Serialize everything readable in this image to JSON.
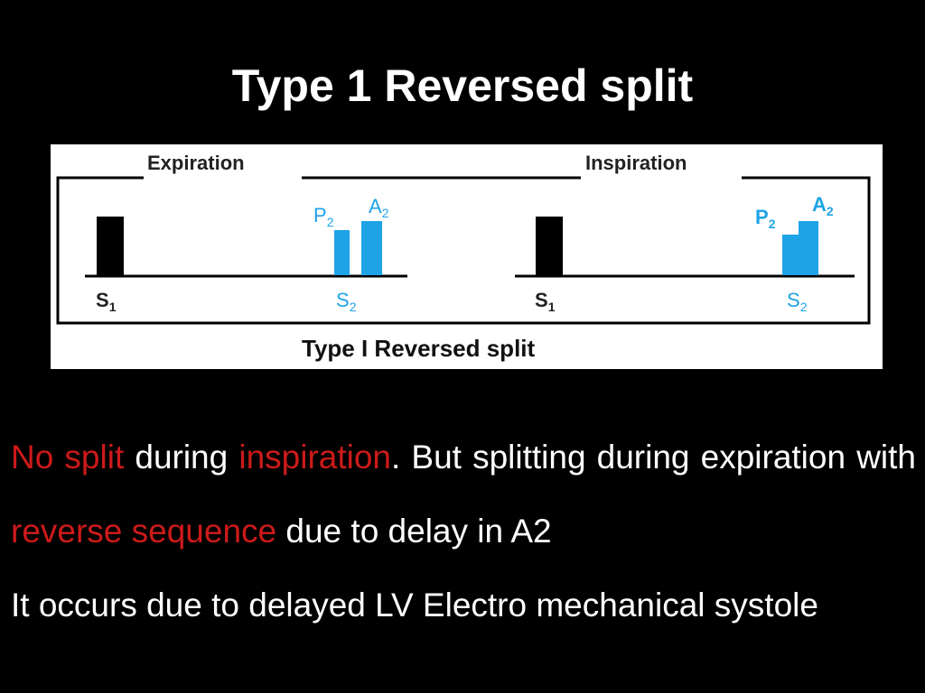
{
  "slide": {
    "title": "Type 1 Reversed split"
  },
  "diagram": {
    "expiration_label": "Expiration",
    "inspiration_label": "Inspiration",
    "caption": "Type I Reversed split",
    "s1_label": "S",
    "s1_sub": "1",
    "s2_label": "S",
    "s2_sub": "2",
    "p2_label": "P",
    "p2_sub": "2",
    "a2_label": "A",
    "a2_sub": "2",
    "colors": {
      "s1_bar": "#000000",
      "s2_bar": "#1ea3e6",
      "frame": "#000000"
    }
  },
  "body": {
    "para1": {
      "part1": "No split",
      "part2": " during ",
      "part3": "inspiration",
      "part4": ". But splitting  during expiration with ",
      "part5": "reverse sequence",
      "part6": " due to delay in A2"
    },
    "para2": "It occurs due to delayed LV Electro mechanical systole",
    "highlight_color": "#cc1a1a"
  }
}
